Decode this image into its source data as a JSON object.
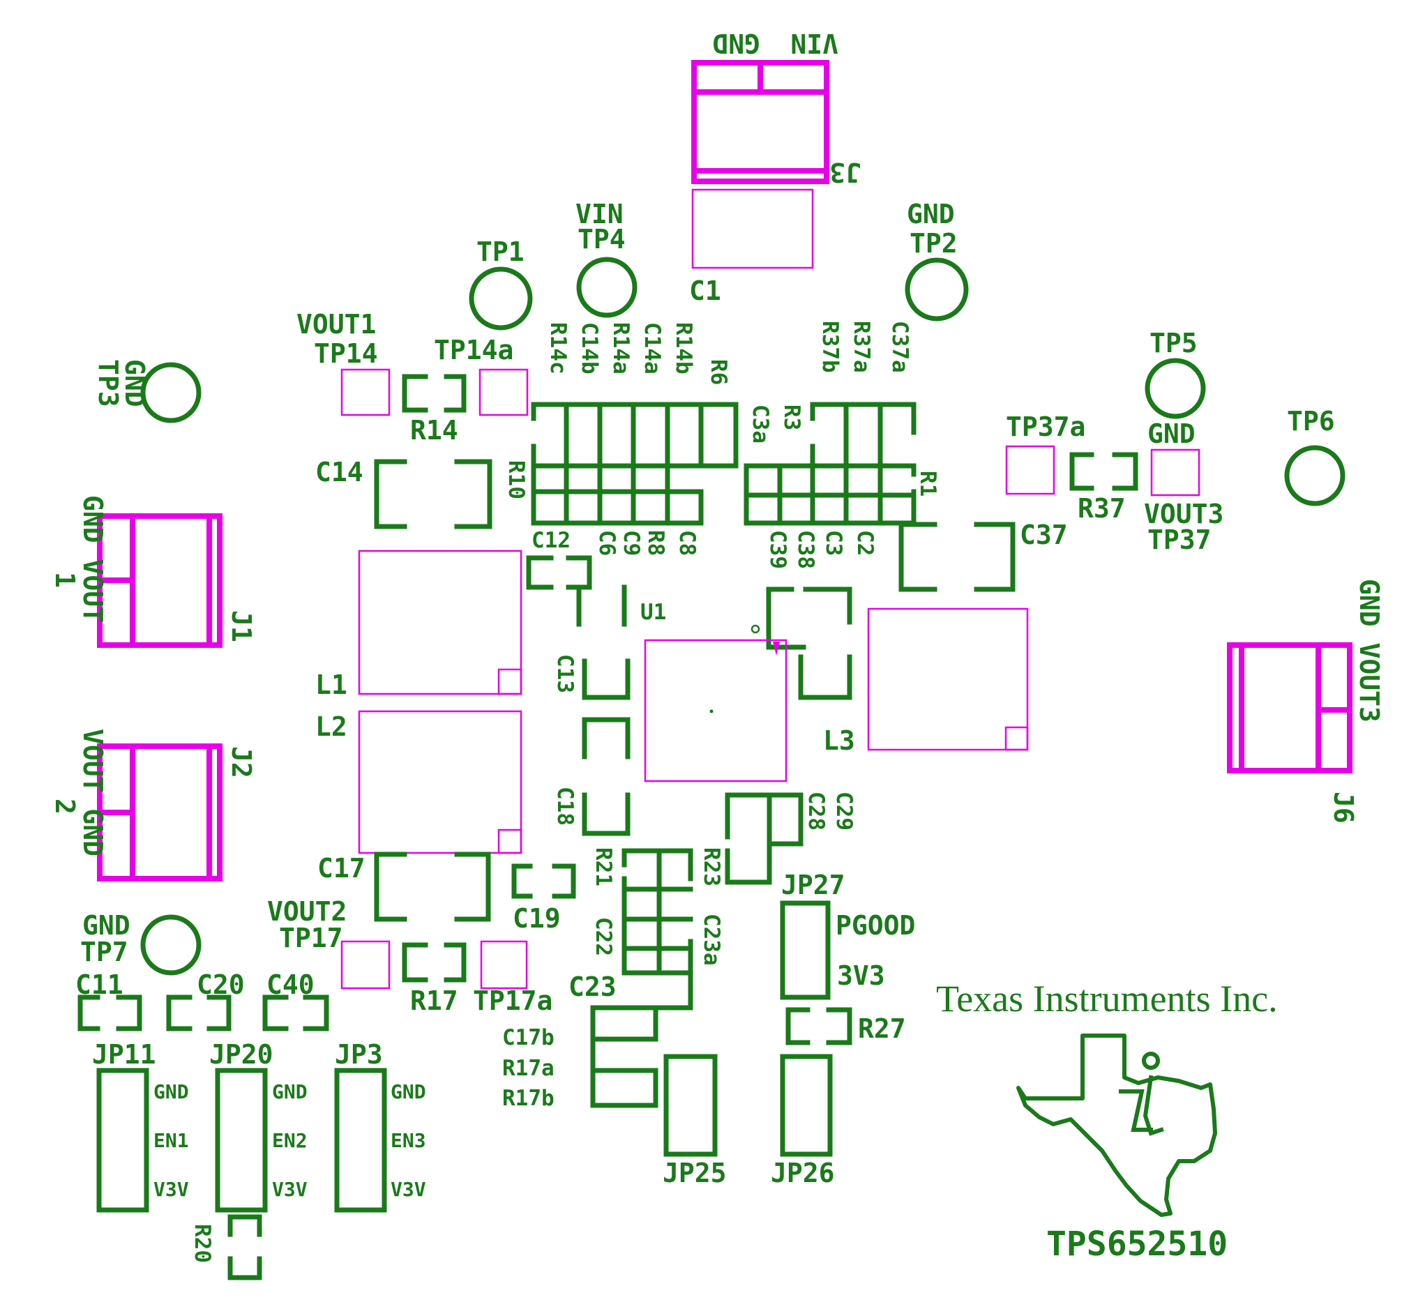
{
  "board": {
    "company": "Texas Instruments Inc.",
    "part_number": "TPS652510",
    "logo_letters": "ti"
  },
  "colors": {
    "silkscreen": "#1a7a1a",
    "pads": "#e800e8",
    "background": "#ffffff"
  },
  "labels": {
    "j3_gnd": "GND",
    "j3_vin": "VIN",
    "j3": "J3",
    "c1": "C1",
    "tp4_top": "VIN",
    "tp4": "TP4",
    "tp1": "TP1",
    "tp2_top": "GND",
    "tp2": "TP2",
    "tp3_a": "GND",
    "tp3_b": "TP3",
    "vout1": "VOUT1",
    "tp14": "TP14",
    "tp14a": "TP14a",
    "r14": "R14",
    "r14c": "R14c",
    "c14b": "C14b",
    "r14a": "R14a",
    "c14a": "C14a",
    "r14b": "R14b",
    "r6": "R6",
    "r37b": "R37b",
    "r37a": "R37a",
    "c37a": "C37a",
    "c3a": "C3a",
    "r3": "R3",
    "r10": "R10",
    "r1": "R1",
    "tp5": "TP5",
    "gnd_tp5": "GND",
    "tp6": "TP6",
    "tp37a": "TP37a",
    "r37": "R37",
    "vout3": "VOUT3",
    "tp37": "TP37",
    "c14": "C14",
    "c37": "C37",
    "c12": "C12",
    "c6": "C6",
    "c9": "C9",
    "r8": "R8",
    "c8": "C8",
    "c39": "C39",
    "c38": "C38",
    "c3": "C3",
    "c2": "C2",
    "u1": "U1",
    "c13": "C13",
    "c18": "C18",
    "l1": "L1",
    "l2": "L2",
    "l3": "L3",
    "j1": "J1",
    "j1_a": "GND VOUT",
    "j1_b": "1",
    "j2": "J2",
    "j2_a": "VOUT GND",
    "j2_b": "2",
    "j6": "J6",
    "j6_a": "GND VOUT3",
    "c28": "C28",
    "c29": "C29",
    "c17": "C17",
    "c19": "C19",
    "r21": "R21",
    "c22": "C22",
    "r23": "R23",
    "c23a": "C23a",
    "c23": "C23",
    "jp27": "JP27",
    "pgood": "PGOOD",
    "v3v3": "3V3",
    "r27": "R27",
    "gnd_tp7": "GND",
    "tp7": "TP7",
    "vout2": "VOUT2",
    "tp17": "TP17",
    "r17": "R17",
    "tp17a": "TP17a",
    "c11": "C11",
    "c20": "C20",
    "c40": "C40",
    "c17b": "C17b",
    "r17a": "R17a",
    "r17b": "R17b",
    "jp11": "JP11",
    "jp20": "JP20",
    "jp3": "JP3",
    "jp25": "JP25",
    "jp26": "JP26",
    "r20": "R20",
    "gnd1": "GND",
    "en1": "EN1",
    "v3v1": "V3V",
    "gnd2": "GND",
    "en2": "EN2",
    "v3v2": "V3V",
    "gnd3": "GND",
    "en3": "EN3",
    "v3v3b": "V3V"
  }
}
